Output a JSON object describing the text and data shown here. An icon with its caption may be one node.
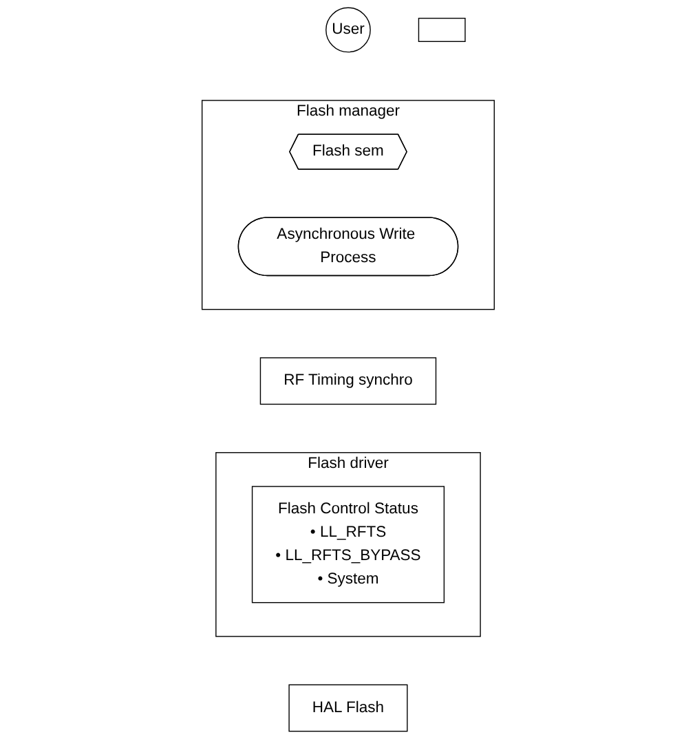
{
  "diagram": {
    "nodes": [
      {
        "text": [
          "User"
        ]
      },
      {
        "text": [
          "Flash manager"
        ]
      },
      {
        "text": [
          "Flash sem"
        ],
        "in": 1
      },
      {
        "text": [
          "Asynchronous Write Process"
        ],
        "in": 1
      },
      {
        "text": [
          "RF Timing synchro"
        ]
      },
      {
        "text": [
          "Flash driver"
        ]
      },
      {
        "text": [
          "Flash Control Status",
          "• LL_RFTS",
          "• LL_RFTS_BYPASS",
          "• System"
        ],
        "in": 5
      },
      {
        "text": [
          "HAL Flash"
        ]
      },
      {
        "text": [],
        "shape": "box"
      }
    ],
    "edges": []
  }
}
